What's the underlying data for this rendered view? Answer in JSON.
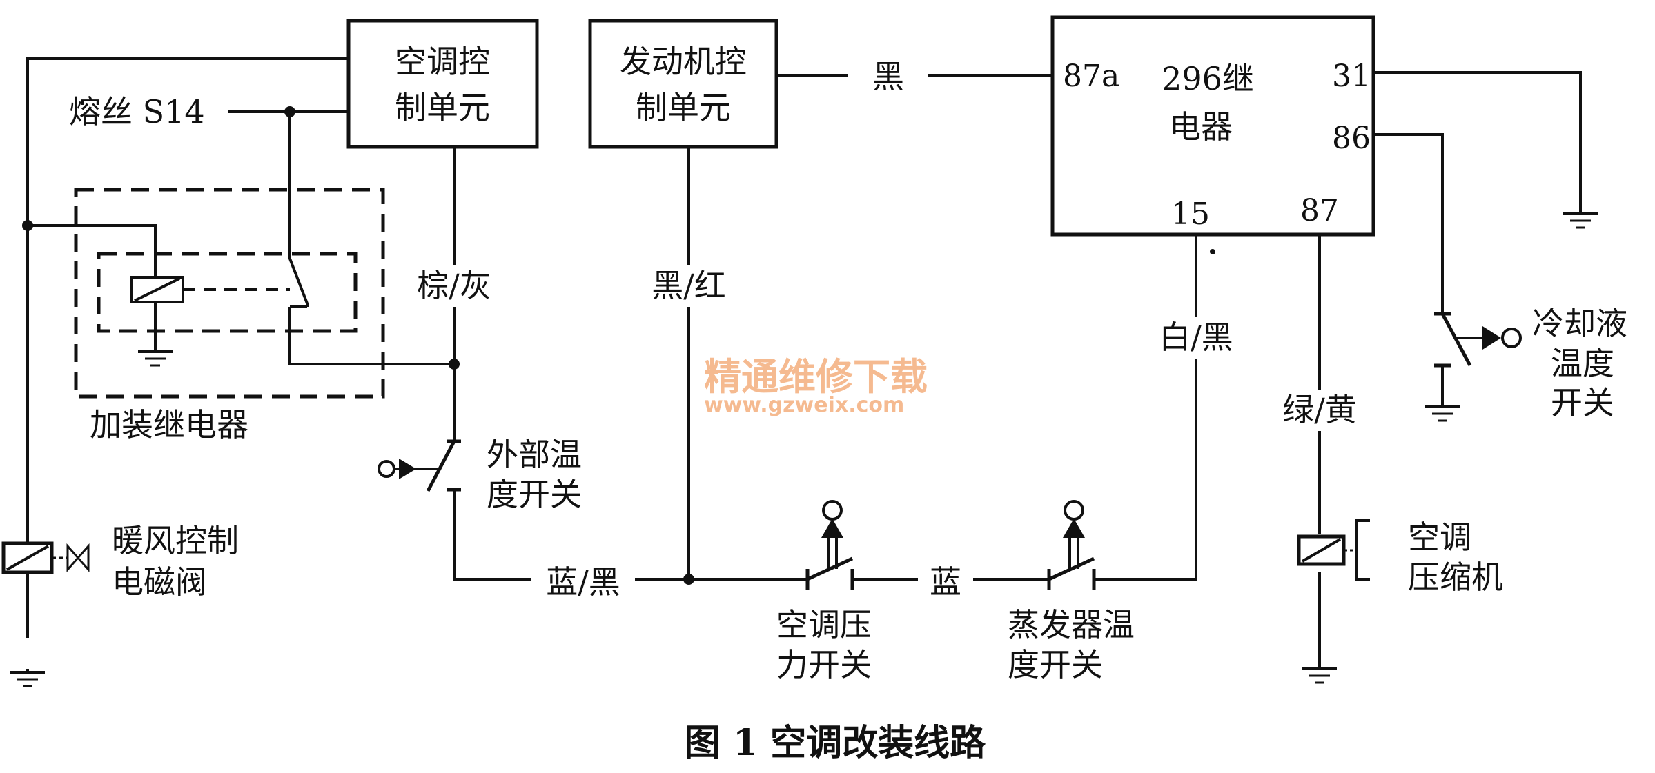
{
  "boxes": {
    "ac_control_line1": "空调控",
    "ac_control_line2": "制单元",
    "engine_control_line1": "发动机控",
    "engine_control_line2": "制单元",
    "relay296_line1": "296继",
    "relay296_line2": "电器"
  },
  "relay_pins": {
    "p87a": "87a",
    "p31": "31",
    "p86": "86",
    "p15": "15",
    "p87": "87"
  },
  "labels": {
    "fuse": "熔丝 S14",
    "added_relay": "加装继电器",
    "heater_valve_line1": "暖风控制",
    "heater_valve_line2": "电磁阀",
    "outside_temp_line1": "外部温",
    "outside_temp_line2": "度开关",
    "ac_pressure_line1": "空调压",
    "ac_pressure_line2": "力开关",
    "evap_temp_line1": "蒸发器温",
    "evap_temp_line2": "度开关",
    "coolant_temp_line1": "冷却液",
    "coolant_temp_line2": "温度",
    "coolant_temp_line3": "开关",
    "compressor_line1": "空调",
    "compressor_line2": "压缩机"
  },
  "wire_colors": {
    "brown_gray": "棕/灰",
    "black_red": "黑/红",
    "black": "黑",
    "white_black": "白/黑",
    "green_yellow": "绿/黄",
    "blue_black": "蓝/黑",
    "blue": "蓝"
  },
  "watermark": {
    "cn": "精通维修下载",
    "url": "www.gzweix.com"
  },
  "caption": "图 1  空调改装线路"
}
